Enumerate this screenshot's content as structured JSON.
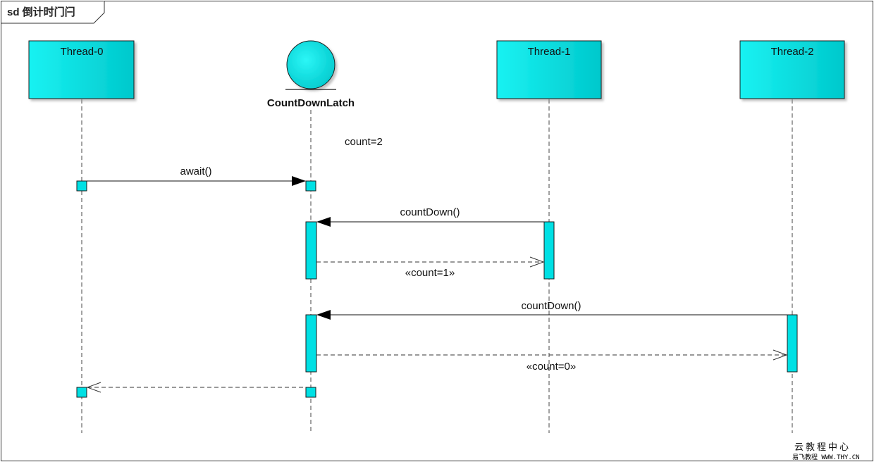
{
  "frame": {
    "label": "sd 倒计时门闩"
  },
  "lifelines": {
    "thread0": {
      "name": "Thread-0"
    },
    "latch": {
      "name": "CountDownLatch"
    },
    "thread1": {
      "name": "Thread-1"
    },
    "thread2": {
      "name": "Thread-2"
    }
  },
  "notes": {
    "initial_count": "count=2"
  },
  "messages": {
    "await": {
      "label": "await()"
    },
    "countdown1": {
      "label": "countDown()"
    },
    "return1": {
      "label": "«count=1»"
    },
    "countdown2": {
      "label": "countDown()"
    },
    "return2": {
      "label": "«count=0»"
    }
  },
  "watermark": {
    "title": "云教程中心",
    "subtitle": "易飞教程   WWW.THY.CN"
  },
  "colors": {
    "box_fill": "#00d0d6",
    "box_stroke": "#1a1a1a",
    "line": "#111111"
  }
}
